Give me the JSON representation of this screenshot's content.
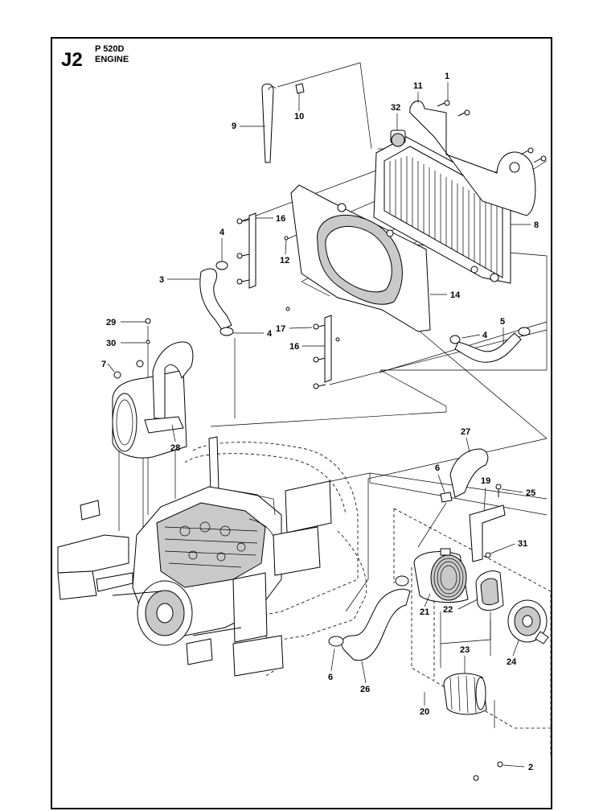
{
  "header": {
    "code": "J2",
    "model": "P 520D",
    "section": "ENGINE"
  },
  "callouts": {
    "c1": "1",
    "c2": "2",
    "c3": "3",
    "c4a": "4",
    "c4b": "4",
    "c4c": "4",
    "c5": "5",
    "c6a": "6",
    "c6b": "6",
    "c7": "7",
    "c8": "8",
    "c9": "9",
    "c10": "10",
    "c11": "11",
    "c12": "12",
    "c14": "14",
    "c16a": "16",
    "c16b": "16",
    "c17": "17",
    "c19": "19",
    "c20": "20",
    "c21": "21",
    "c22": "22",
    "c23": "23",
    "c24": "24",
    "c25": "25",
    "c26": "26",
    "c27": "27",
    "c28": "28",
    "c29": "29",
    "c30": "30",
    "c31": "31",
    "c32": "32"
  }
}
